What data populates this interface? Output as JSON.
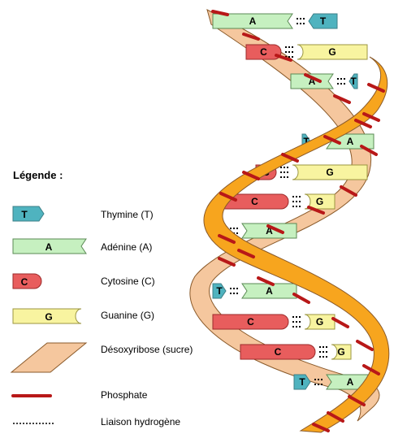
{
  "legend": {
    "title": "Légende :",
    "items": [
      {
        "key": "thymine",
        "symbol": "T",
        "label": "Thymine (T)",
        "color": "#4fb3bf"
      },
      {
        "key": "adenine",
        "symbol": "A",
        "label": "Adénine (A)",
        "color": "#c6f0c0"
      },
      {
        "key": "cytosine",
        "symbol": "C",
        "label": "Cytosine (C)",
        "color": "#e85d5d"
      },
      {
        "key": "guanine",
        "symbol": "G",
        "label": "Guanine (G)",
        "color": "#f8f4a0"
      },
      {
        "key": "sugar",
        "symbol": "",
        "label": "Désoxyribose (sucre)",
        "color": "#f5c79e"
      },
      {
        "key": "phosphate",
        "symbol": "",
        "label": "Phosphate",
        "color": "#b81818"
      },
      {
        "key": "hbond",
        "symbol": "",
        "label": "Liaison hydrogène",
        "color": "#000000"
      }
    ]
  },
  "helix": {
    "backbone_front_color": "#f7a51e",
    "backbone_back_color": "#f5c79e",
    "pairs": [
      {
        "left": "A",
        "right": "T"
      },
      {
        "left": "C",
        "right": "G"
      },
      {
        "left": "A",
        "right": "T"
      },
      {
        "left": "T",
        "right": "A"
      },
      {
        "left": "C",
        "right": "G"
      },
      {
        "left": "C",
        "right": "G"
      },
      {
        "left": "T",
        "right": "A"
      },
      {
        "left": "T",
        "right": "A"
      },
      {
        "left": "C",
        "right": "G"
      },
      {
        "left": "C",
        "right": "G"
      },
      {
        "left": "T",
        "right": "A"
      }
    ]
  }
}
